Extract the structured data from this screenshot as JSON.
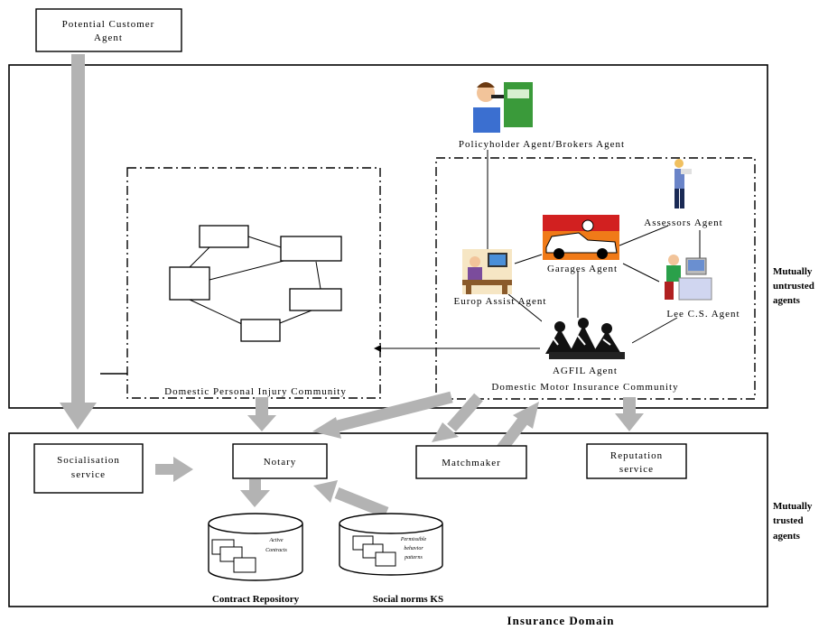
{
  "agents": {
    "potential_customer": [
      "Potential Customer",
      "Agent"
    ],
    "policyholder": "Policyholder Agent/Brokers Agent",
    "assessors": "Assessors Agent",
    "garages": "Garages Agent",
    "europ_assist": "Europ Assist Agent",
    "lee_cs": "Lee C.S. Agent",
    "agfil": "AGFIL Agent"
  },
  "communities": {
    "personal_injury": "Domestic Personal Injury Community",
    "motor_insurance": "Domestic Motor Insurance Community"
  },
  "services": {
    "socialisation": [
      "Socialisation",
      "service"
    ],
    "notary": "Notary",
    "matchmaker": "Matchmaker",
    "reputation": [
      "Reputation",
      "service"
    ]
  },
  "repositories": {
    "contract": {
      "title": "Contract Repository",
      "content": [
        "Active",
        "Contracts"
      ]
    },
    "norms": {
      "title": "Social norms KS",
      "content": [
        "Permissible",
        "behavior",
        "patterns"
      ]
    }
  },
  "side_labels": {
    "untrusted": [
      "Mutually",
      "untrusted",
      "agents"
    ],
    "trusted": [
      "Mutually",
      "trusted",
      "agents"
    ]
  },
  "domain_label": "Insurance Domain",
  "colors": {
    "arrow_gray": "#b3b3b3",
    "line": "#000000",
    "background": "#ffffff"
  },
  "icons": {
    "policyholder": "person-phone-icon",
    "assessors": "person-standing-icon",
    "garages": "car-crash-icon",
    "europ_assist": "office-desk-icon",
    "lee_cs": "person-computer-icon",
    "agfil": "meeting-group-icon"
  }
}
